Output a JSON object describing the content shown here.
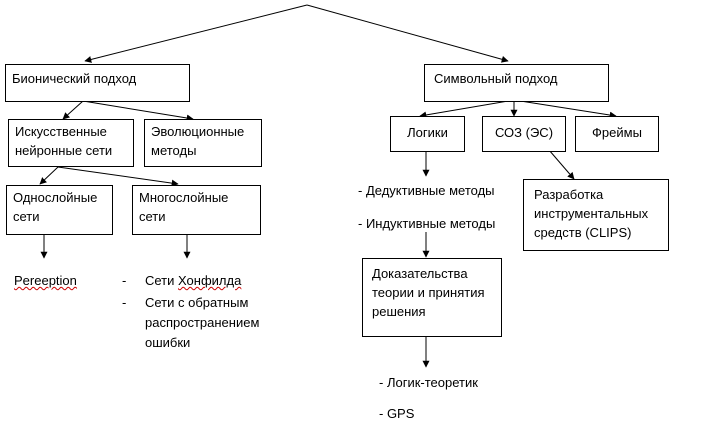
{
  "diagram": {
    "bionic": "Бионический подход",
    "symbolic": "Символьный подход",
    "ins_line1": "Искусственные",
    "ins_line2": "нейронные сети",
    "evo_line1": "Эволюционные",
    "evo_line2": "методы",
    "single_line1": "Однослойные",
    "single_line2": "сети",
    "multi_line1": "Многослойные",
    "multi_line2": "сети",
    "logic": "Логики",
    "soz": "СОЗ (ЭС)",
    "frames": "Фреймы",
    "dev_line1": "Разработка",
    "dev_line2": "инструментальных",
    "dev_line3": "средств (CLIPS)",
    "proof_line1": "Доказательства",
    "proof_line2": "теории и принятия",
    "proof_line3": "решения",
    "deductive": "- Дедуктивные методы",
    "inductive": "- Индуктивные методы",
    "perceptron": "Pereeption",
    "hopfield_prefix": "Сети ",
    "hopfield_name": "Хонфилда",
    "backprop_line1": "Сети с обратным",
    "backprop_line2": "распространением",
    "backprop_line3": "ошибки",
    "logic_theorist": "- Логик-теоретик",
    "gps": "- GPS"
  }
}
